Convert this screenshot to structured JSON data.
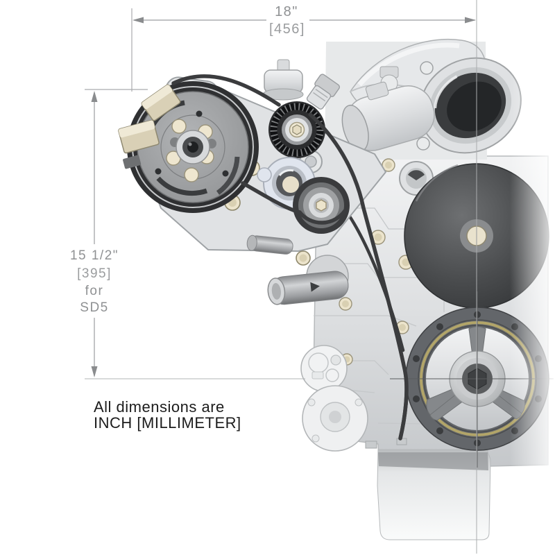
{
  "drawing": {
    "type": "cad-engine-front-dimension-drawing",
    "background": "#ffffff",
    "dimensions": {
      "width": {
        "inches": "18\"",
        "millimeters": "[456]"
      },
      "height": {
        "inches": "15 1/2\"",
        "millimeters": "[395]",
        "qualifier_line1": "for",
        "qualifier_line2": "SD5"
      }
    },
    "note": {
      "line1": "All dimensions are",
      "line2": "INCH [MILLIMETER]"
    },
    "components": [
      "ac-compressor",
      "compressor-clutch",
      "mounting-bracket",
      "tensioner-pulley",
      "idler-pulley",
      "water-pump-port",
      "water-outlet",
      "serpentine-belt",
      "crankshaft-pulley",
      "accessory-dome-pulley",
      "throttle-body",
      "intake-manifold",
      "thermostat-housing",
      "engine-block",
      "oil-pan",
      "distributor",
      "oil-pump-cover"
    ],
    "colors": {
      "dimension_text": "#8f9193",
      "dimension_line": "#9b9da0",
      "note_text": "#1c1c1c",
      "belt": "#3b3c3e",
      "metal_light": "#e9ebec",
      "metal_mid": "#c9cccf",
      "dark_part": "#2e3032",
      "gold_ring": "#b2a569",
      "hardware_beige": "#ece4cc"
    }
  }
}
